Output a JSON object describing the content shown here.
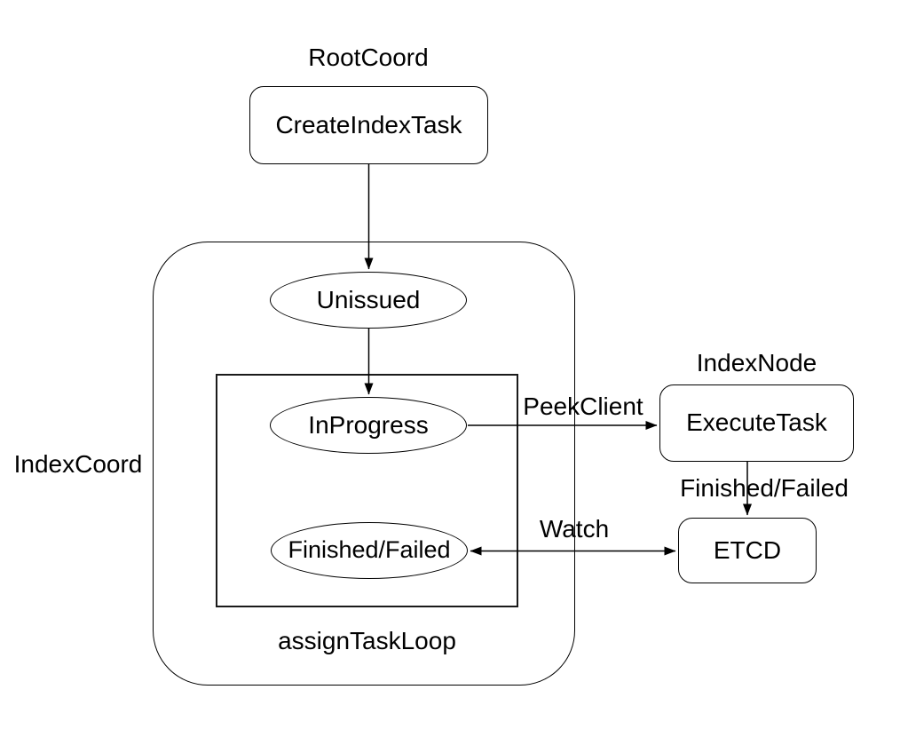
{
  "diagram": {
    "root_coord": {
      "label": "RootCoord",
      "create_index_task": "CreateIndexTask"
    },
    "index_coord": {
      "label": "IndexCoord",
      "unissued": "Unissued",
      "assign_task_loop": {
        "label": "assignTaskLoop",
        "in_progress": "InProgress",
        "finished_failed": "Finished/Failed"
      }
    },
    "index_node": {
      "label": "IndexNode",
      "execute_task": "ExecuteTask"
    },
    "etcd": {
      "label": "ETCD"
    },
    "edges": {
      "peek_client": "PeekClient",
      "finished_failed": "Finished/Failed",
      "watch": "Watch"
    },
    "colors": {
      "stroke": "#000000",
      "background": "#ffffff"
    }
  }
}
